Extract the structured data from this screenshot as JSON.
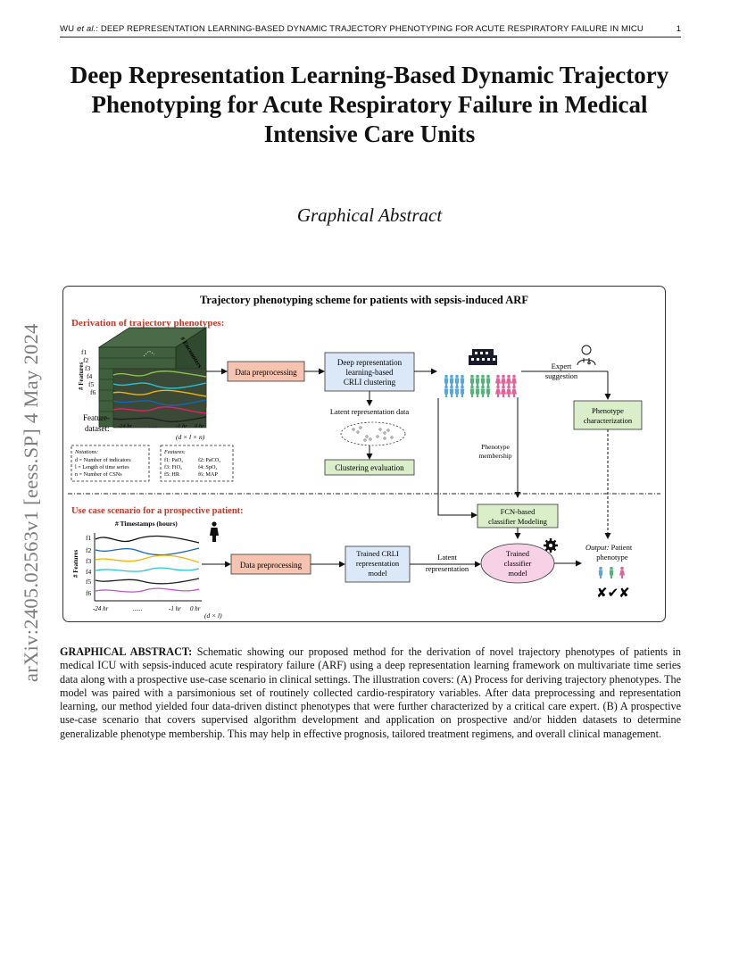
{
  "header": {
    "left_prefix": "WU ",
    "left_etal": "et al.",
    "left_rest": ": DEEP REPRESENTATION LEARNING-BASED DYNAMIC TRAJECTORY PHENOTYPING FOR ACUTE RESPIRATORY FAILURE IN MICU",
    "page_number": "1"
  },
  "title": {
    "line1": "Deep Representation Learning-Based Dynamic Trajectory",
    "line2": "Phenotyping for Acute Respiratory Failure in Medical",
    "line3": "Intensive Care Units"
  },
  "subtitle": "Graphical Abstract",
  "side_watermark": "arXiv:2405.02563v1  [eess.SP]  4 May 2024",
  "figure": {
    "title": "Trajectory phenotyping scheme for patients with sepsis-induced ARF",
    "section_a": "Derivation of trajectory phenotypes:",
    "section_b": "Use case scenario for a prospective patient:",
    "timestamps_label": "# Timestamps (hours)",
    "features_label": "# Features",
    "encounters_label": "# Encounters",
    "feature_names": [
      "f1",
      "f2",
      "f3",
      "f4",
      "f5",
      "f6"
    ],
    "dataset_label_1": "Feature-",
    "dataset_label_2": "dataset:",
    "tick_start": "-24 hr",
    "tick_dots": "......",
    "tick_m1": "-1 hr",
    "tick_0": "0 hr",
    "dims_a": "(d × l × n)",
    "dims_b": "(d × l)",
    "notations": {
      "title": "Notations:",
      "items": [
        "d = Number of indicators",
        "l = Length of time series",
        "n = Number of CSNs"
      ]
    },
    "features": {
      "title": "Features:",
      "items": [
        "f1: PaO₂",
        "f2: PaCO₂",
        "f3: FiO₂",
        "f4: SpO₂",
        "f5: HR",
        "f6: MAP"
      ]
    },
    "boxes": {
      "preprocessing_a": "Data preprocessing",
      "crli_1": "Deep representation",
      "crli_2": "learning-based",
      "crli_3": "CRLI clustering",
      "latent_data": "Latent representation data",
      "clustering_eval": "Clustering evaluation",
      "expert_1": "Expert",
      "expert_2": "suggestion",
      "pheno_char_1": "Phenotype",
      "pheno_char_2": "characterization",
      "pheno_member_1": "Phenotype",
      "pheno_member_2": "membership",
      "fcn_1": "FCN-based",
      "fcn_2": "classifier Modeling",
      "preprocessing_b": "Data preprocessing",
      "trained_crli_1": "Trained CRLI",
      "trained_crli_2": "representation",
      "trained_crli_3": "model",
      "latent_rep_1": "Latent",
      "latent_rep_2": "representation",
      "trained_clf_1": "Trained",
      "trained_clf_2": "classifier",
      "trained_clf_3": "model",
      "output_1": "Output:",
      "output_2": " Patient",
      "output_3": "phenotype",
      "marks": "✘✔✘"
    },
    "colors": {
      "salmon": "#f6c3b0",
      "blue_box": "#dbe8f8",
      "green_box": "#d9eec9",
      "pink_box": "#f7d2e6",
      "section_red": "#c0392b",
      "person_blue": "#5aa6d6",
      "person_green": "#55b37a",
      "person_pink": "#e0649a"
    }
  },
  "abstract": {
    "label": "GRAPHICAL ABSTRACT:",
    "text": " Schematic showing our proposed method for the derivation of novel trajectory phenotypes of patients in medical ICU with sepsis-induced acute respiratory failure (ARF) using a deep representation learning framework on multivariate time series data along with a prospective use-case scenario in clinical settings. The illustration covers: (A) Process for deriving trajectory phenotypes. The model was paired with a parsimonious set of routinely collected cardio-respiratory variables. After data preprocessing and representation learning, our method yielded four data-driven distinct phenotypes that were further characterized by a critical care expert. (B) A prospective use-case scenario that covers supervised algorithm development and application on prospective and/or hidden datasets to determine generalizable phenotype membership. This may help in effective prognosis, tailored treatment regimens, and overall clinical management."
  }
}
